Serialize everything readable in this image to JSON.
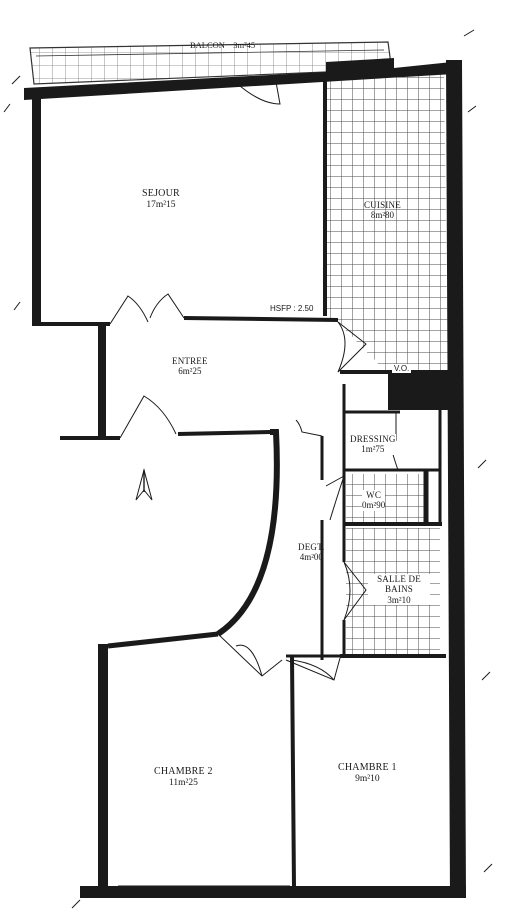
{
  "rooms": {
    "balcon": {
      "name": "BALCON",
      "area": "3m²45"
    },
    "sejour": {
      "name": "SEJOUR",
      "area": "17m²15"
    },
    "cuisine": {
      "name": "CUISINE",
      "area": "8m²80"
    },
    "entree": {
      "name": "ENTREE",
      "area": "6m²25"
    },
    "dressing": {
      "name": "DRESSING",
      "area": "1m²75"
    },
    "wc": {
      "name": "WC",
      "area": "0m²90"
    },
    "degt": {
      "name": "DEGT.",
      "area": "4m²00"
    },
    "sdb": {
      "name": "SALLE DE BAINS",
      "area": "3m²10"
    },
    "chambre2": {
      "name": "CHAMBRE 2",
      "area": "11m²25"
    },
    "chambre1": {
      "name": "CHAMBRE 1",
      "area": "9m²10"
    }
  },
  "annotations": {
    "ceiling_height": "HSFP : 2.50",
    "vo": "V.O."
  },
  "colors": {
    "wall": "#1a1a1a",
    "tile_grid": "#555555",
    "paper": "#ffffff"
  },
  "icons": {
    "north_arrow": "north-arrow-icon"
  }
}
